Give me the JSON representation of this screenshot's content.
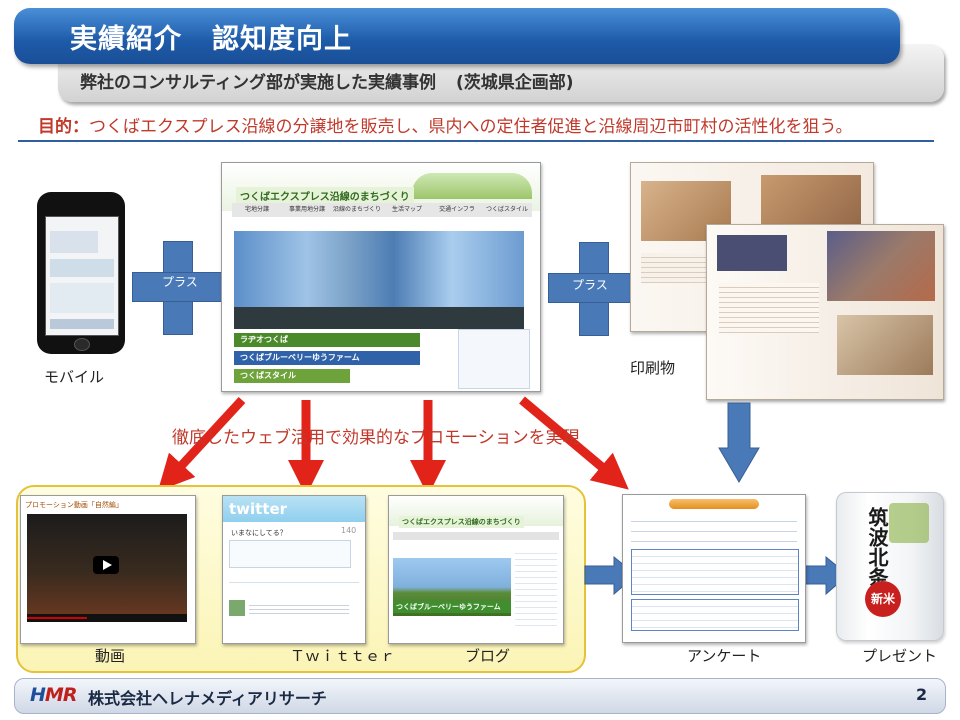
{
  "header": {
    "title_part1": "実績紹介",
    "title_part2": "認知度向上",
    "subtitle_part1": "弊社のコンサルティング部が実施した実績事例",
    "subtitle_part2": "(茨城県企画部)"
  },
  "purpose": {
    "label": "目的：",
    "text": "つくばエクスプレス沿線の分譲地を販売し、県内への定住者促進と沿線周辺市町村の活性化を狙う。"
  },
  "captions": {
    "mobile": "モバイル",
    "print": "印刷物",
    "video": "動画",
    "twitter": "Ｔｗｉｔｔｅｒ",
    "blog": "ブログ",
    "survey": "アンケート",
    "present": "プレゼント"
  },
  "plus_labels": {
    "left": "プラス",
    "right": "プラス"
  },
  "promotion_text": "徹底したウェブ活用で効果的なプロモーションを実現",
  "screens": {
    "site_title": "つくばエクスプレス沿線のまちづくり",
    "site_nav": [
      "宅地分譲",
      "事業用地分譲",
      "沿線のまちづくり",
      "生活マップ",
      "交通インフラ",
      "つくばスタイル"
    ],
    "site_banner1": "ラヂオつくば",
    "site_banner2": "つくばブルーベリーゆうファーム",
    "site_banner3": "つくばスタイル",
    "twitter_logo": "twitter",
    "twitter_prompt": "いまなにしてる？",
    "twitter_count": "140",
    "video_title": "プロモーション動画「自然編」",
    "blog_site_title": "つくばエクスプレス沿線のまちづくり",
    "blog_band": "つくばブルーベリーゆうファーム",
    "rice_badge": "新米",
    "rice_text": "筑波北条米"
  },
  "footer": {
    "logo_h": "H",
    "logo_mr": "MR",
    "company": "株式会社ヘレナメディアリサーチ",
    "page": "2"
  },
  "colors": {
    "title_blue": "#1d5aa8",
    "accent_red": "#c0392b",
    "arrow_blue": "#4a79b8",
    "group_yellow": "#fbf4b6"
  }
}
